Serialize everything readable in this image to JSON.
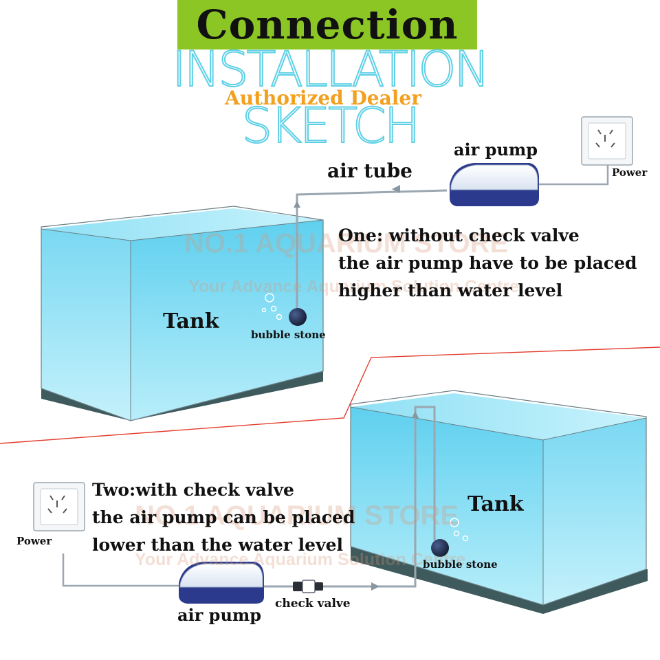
{
  "header": {
    "title": "Connection",
    "subtitle": "INSTALLATION SKETCH",
    "dealer": "Authorized Dealer"
  },
  "setup_one": {
    "tank_label": "Tank",
    "stone_label": "bubble stone",
    "tube_label": "air tube",
    "pump_label": "air pump",
    "power_label": "Power",
    "note_lines": [
      "One: without check valve",
      "the air pump have to be placed",
      "higher than water level"
    ]
  },
  "setup_two": {
    "tank_label": "Tank",
    "stone_label": "bubble stone",
    "pump_label": "air pump",
    "power_label": "Power",
    "valve_label": "check valve",
    "note_lines": [
      "Two:with check valve",
      "the air pump can be placed",
      "lower than the water level"
    ]
  },
  "watermark": {
    "store": "NO.1 AQUARIUM STORE",
    "slogan": "Your Advance Aquarium Solution Centre"
  },
  "colors": {
    "banner": "#8bc625",
    "dealer": "#f2a020",
    "subtitle_outline": "#5ed0e6",
    "water": "#6fd3ef",
    "pump_base": "#2b3a8c",
    "divider": "#e23c2c"
  }
}
